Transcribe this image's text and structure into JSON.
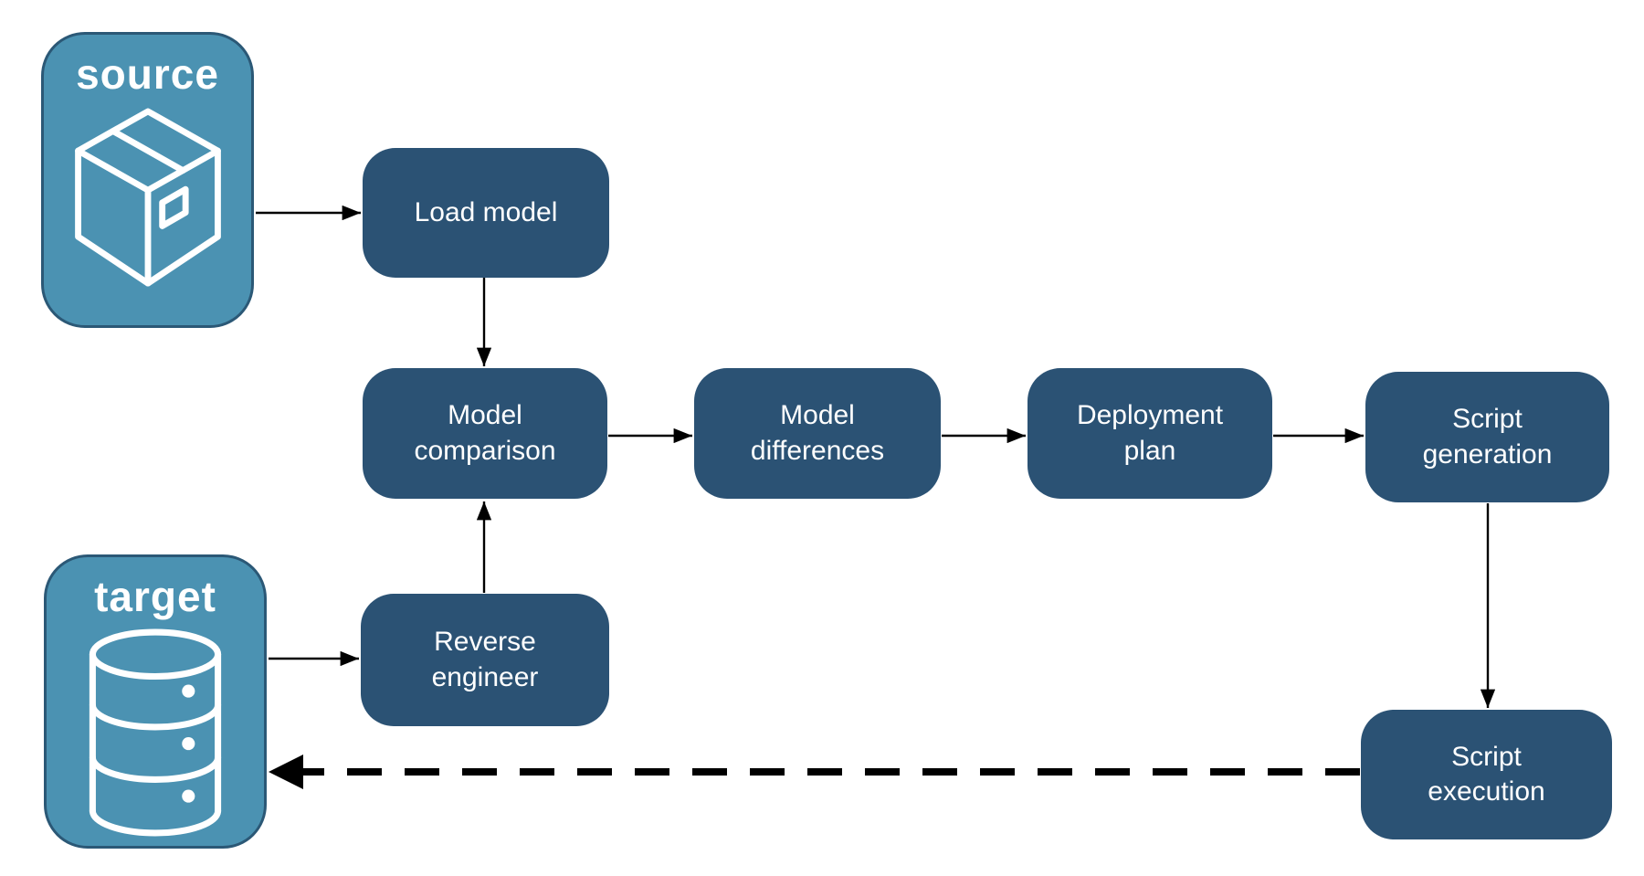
{
  "nodes": {
    "source": {
      "label": "source",
      "icon": "package-icon",
      "type": "container"
    },
    "target": {
      "label": "target",
      "icon": "database-icon",
      "type": "container"
    },
    "load_model": {
      "label": "Load model",
      "type": "process"
    },
    "model_comparison": {
      "label": "Model\ncomparison",
      "type": "process"
    },
    "model_differences": {
      "label": "Model\ndifferences",
      "type": "process"
    },
    "deployment_plan": {
      "label": "Deployment\nplan",
      "type": "process"
    },
    "script_generation": {
      "label": "Script\ngeneration",
      "type": "process"
    },
    "reverse_engineer": {
      "label": "Reverse\nengineer",
      "type": "process"
    },
    "script_execution": {
      "label": "Script\nexecution",
      "type": "process"
    }
  },
  "edges": [
    {
      "from": "source",
      "to": "load_model",
      "style": "solid"
    },
    {
      "from": "load_model",
      "to": "model_comparison",
      "style": "solid"
    },
    {
      "from": "target",
      "to": "reverse_engineer",
      "style": "solid"
    },
    {
      "from": "reverse_engineer",
      "to": "model_comparison",
      "style": "solid"
    },
    {
      "from": "model_comparison",
      "to": "model_differences",
      "style": "solid"
    },
    {
      "from": "model_differences",
      "to": "deployment_plan",
      "style": "solid"
    },
    {
      "from": "deployment_plan",
      "to": "script_generation",
      "style": "solid"
    },
    {
      "from": "script_generation",
      "to": "script_execution",
      "style": "solid"
    },
    {
      "from": "script_execution",
      "to": "target",
      "style": "dashed"
    }
  ],
  "colors": {
    "background": "#ffffff",
    "container_fill": "#4b92b2",
    "container_border": "#2b5876",
    "process_fill": "#2b5274",
    "label_text": "#ffffff",
    "arrow": "#000000"
  }
}
